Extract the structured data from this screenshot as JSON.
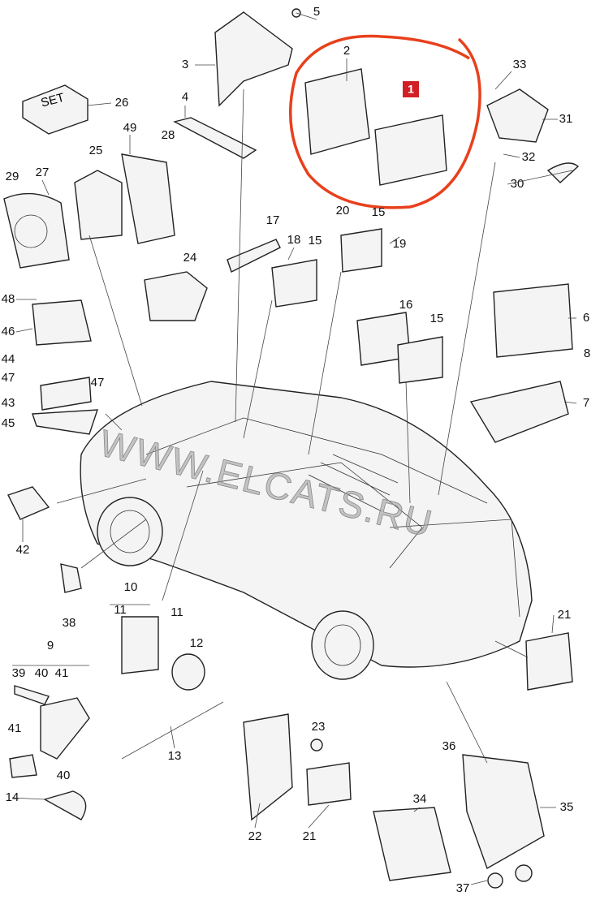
{
  "diagram": {
    "highlight_badge": "1",
    "highlight_color": "#e8401c",
    "badge_color": "#d21f26",
    "set_box_text": "SET",
    "watermark": "WWW.ELCATS.RU",
    "labels": [
      "5",
      "3",
      "2",
      "33",
      "31",
      "32",
      "30",
      "26",
      "4",
      "49",
      "28",
      "25",
      "27",
      "29",
      "17",
      "18",
      "15",
      "20",
      "15",
      "19",
      "24",
      "48",
      "46",
      "16",
      "15",
      "6",
      "8",
      "44",
      "47",
      "47",
      "43",
      "45",
      "7",
      "42",
      "38",
      "10",
      "11",
      "11",
      "12",
      "9",
      "39",
      "40",
      "41",
      "21",
      "13",
      "41",
      "40",
      "14",
      "23",
      "36",
      "35",
      "34",
      "22",
      "21",
      "37"
    ]
  }
}
